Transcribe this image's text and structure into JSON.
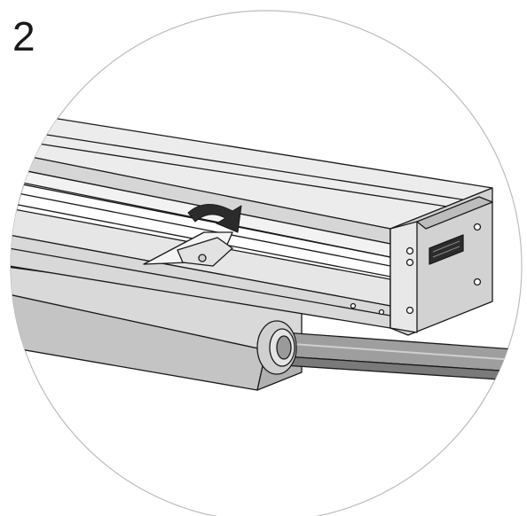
{
  "step": {
    "number": "2"
  },
  "illustration": {
    "subject": "linear-rail-assembly-with-rotating-clamp-lever",
    "arrow_direction": "clockwise",
    "colors": {
      "background": "#ffffff",
      "outline": "#1a1a1a",
      "rail_face_light": "#ececec",
      "rail_face_mid": "#d6d6d6",
      "rail_face_dark": "#b8b8b8",
      "base_body": "#c4c4c4",
      "arrow": "#2b2b2b",
      "circle_frame": "#bdbdbd"
    }
  }
}
